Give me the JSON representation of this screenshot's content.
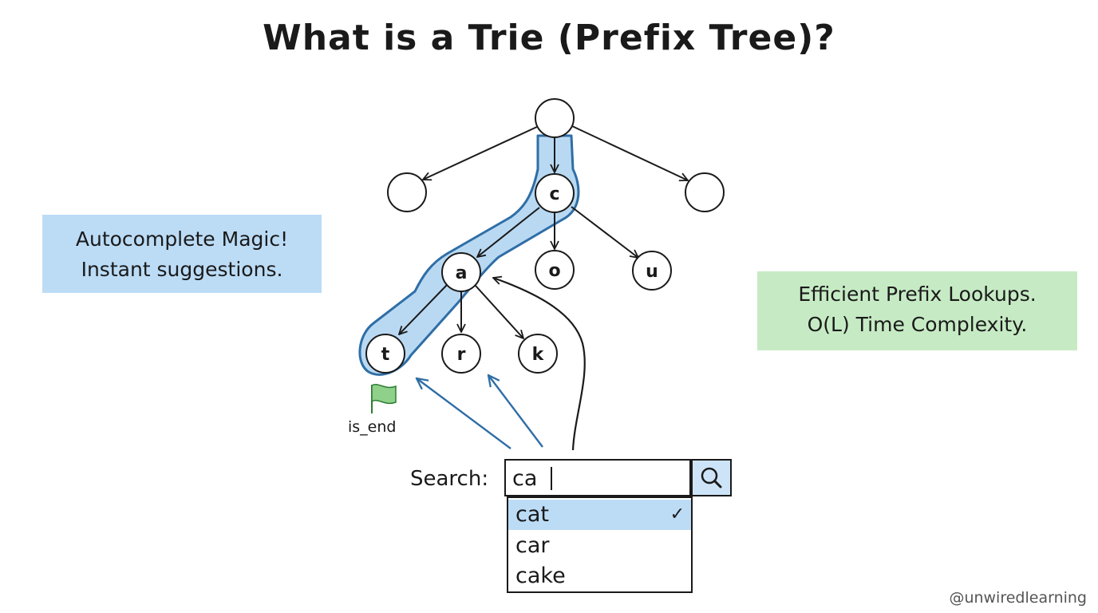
{
  "title": "What is a Trie (Prefix Tree)?",
  "tree": {
    "nodes": {
      "root": "",
      "left": "",
      "c": "c",
      "right": "",
      "a": "a",
      "o": "o",
      "u": "u",
      "t": "t",
      "r": "r",
      "k": "k"
    },
    "end_flag_label": "is_end",
    "highlight_color": "#b9d9f3",
    "highlight_stroke": "#2f6ea6"
  },
  "notes": {
    "left_line1": "Autocomplete Magic!",
    "left_line2": "Instant suggestions.",
    "left_color": "#bcdcf6",
    "right_line1": "Efficient Prefix Lookups.",
    "right_line2": "O(L) Time Complexity.",
    "right_color": "#c6ebc4"
  },
  "search": {
    "label": "Search:",
    "value": "ca",
    "button_icon": "search-icon",
    "suggestions": [
      {
        "label": "cat",
        "selected": true
      },
      {
        "label": "car",
        "selected": false
      },
      {
        "label": "cake",
        "selected": false
      }
    ],
    "selected_check": "✓"
  },
  "watermark": "@unwiredlearning"
}
